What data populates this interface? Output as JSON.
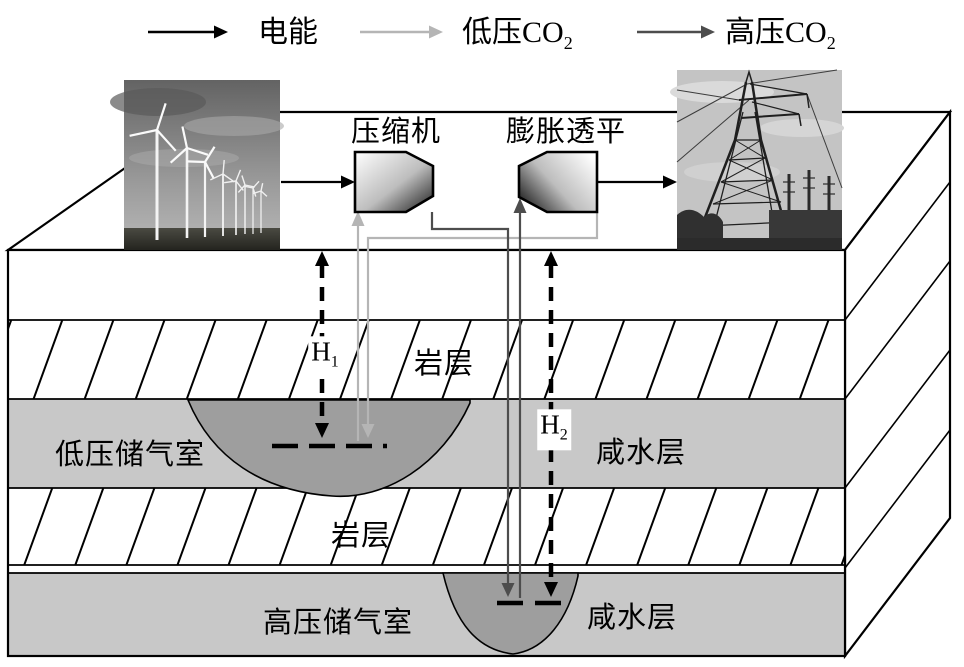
{
  "legend": {
    "electric": {
      "label": "电能"
    },
    "lp": {
      "label": "低压CO",
      "sub": "2"
    },
    "hp": {
      "label": "高压CO",
      "sub": "2"
    }
  },
  "machines": {
    "compressor": "压缩机",
    "expander": "膨胀透平"
  },
  "layers": {
    "rock_upper": "岩层",
    "rock_lower": "岩层",
    "aquifer_upper": "咸水层",
    "aquifer_lower": "咸水层",
    "lp_chamber": "低压储气室",
    "hp_chamber": "高压储气室"
  },
  "depth_markers": {
    "h1": {
      "label": "H",
      "sub": "1"
    },
    "h2": {
      "label": "H",
      "sub": "2"
    }
  },
  "colors": {
    "electric": "#000000",
    "lp_co2": "#b5b5b5",
    "hp_co2": "#4d4d4d",
    "aquifer": "#c8c8c8",
    "chamber": "#9e9e9e"
  }
}
